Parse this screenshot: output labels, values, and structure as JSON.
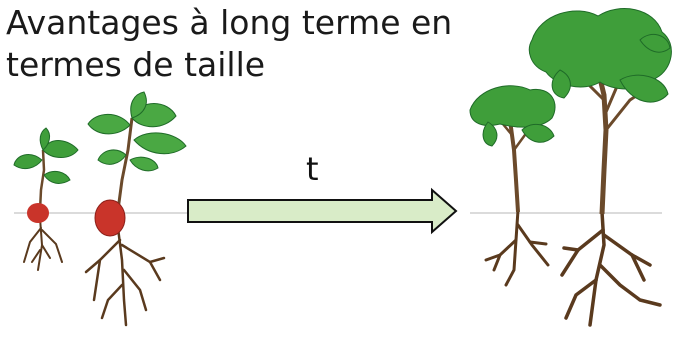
{
  "title": {
    "line1": "Avantages à long terme en",
    "line2": "termes de taille"
  },
  "arrow": {
    "label": "t"
  },
  "colors": {
    "arrow_fill": "#d9ecc8",
    "arrow_stroke": "#111111",
    "leaf": "#3f9e3a",
    "leaf_dark": "#1f6b28",
    "stem": "#6b4a2b",
    "root": "#5a3a1e",
    "seed": "#c9342a",
    "ground": "#cfcfcf"
  },
  "scene": {
    "before": [
      "small-seedling",
      "large-seedling"
    ],
    "after": [
      "small-tree",
      "large-tree"
    ]
  }
}
